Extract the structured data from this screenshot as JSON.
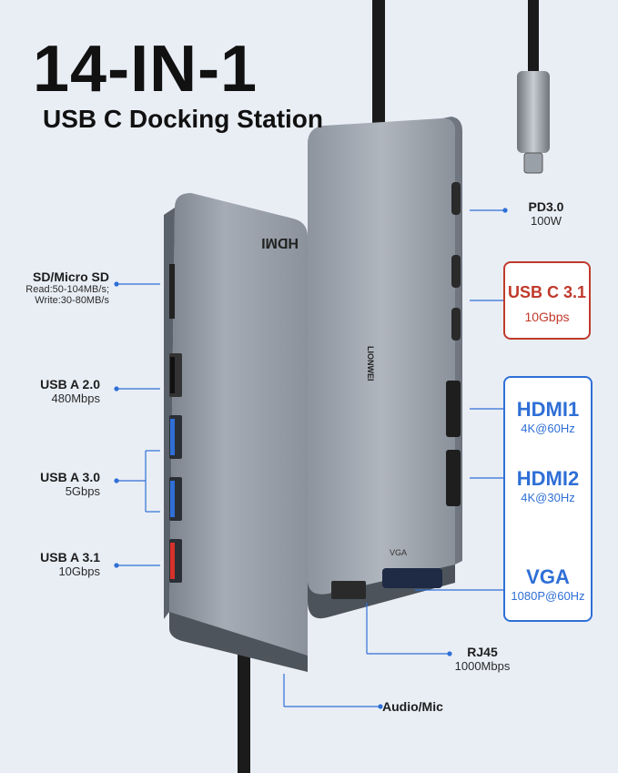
{
  "title": "14-IN-1",
  "subtitle": "USB C Docking Station",
  "left_ports": {
    "sd": {
      "name": "SD/Micro SD",
      "spec1": "Read:50-104MB/s;",
      "spec2": "Write:30-80MB/s"
    },
    "usb_a_20": {
      "name": "USB A 2.0",
      "spec": "480Mbps"
    },
    "usb_a_30": {
      "name": "USB A 3.0",
      "spec": "5Gbps"
    },
    "usb_a_31": {
      "name": "USB A 3.1",
      "spec": "10Gbps"
    }
  },
  "right_ports": {
    "pd": {
      "name": "PD3.0",
      "spec": "100W"
    },
    "usbc": {
      "name": "USB C 3.1",
      "spec": "10Gbps",
      "color": "#c0392b"
    },
    "hdmi1": {
      "name": "HDMI1",
      "spec": "4K@60Hz"
    },
    "hdmi2": {
      "name": "HDMI2",
      "spec": "4K@30Hz"
    },
    "vga": {
      "name": "VGA",
      "spec": "1080P@60Hz"
    },
    "rj45": {
      "name": "RJ45",
      "spec": "1000Mbps"
    },
    "audio": {
      "name": "Audio/Mic"
    }
  },
  "device_labels": {
    "hdmi_logo": "HDMI",
    "brand": "LIONWEI",
    "vga_port_label": "VGA"
  },
  "colors": {
    "accent_blue": "#2f6fd6",
    "accent_red": "#c0392b",
    "body": "#9aa1ab"
  }
}
